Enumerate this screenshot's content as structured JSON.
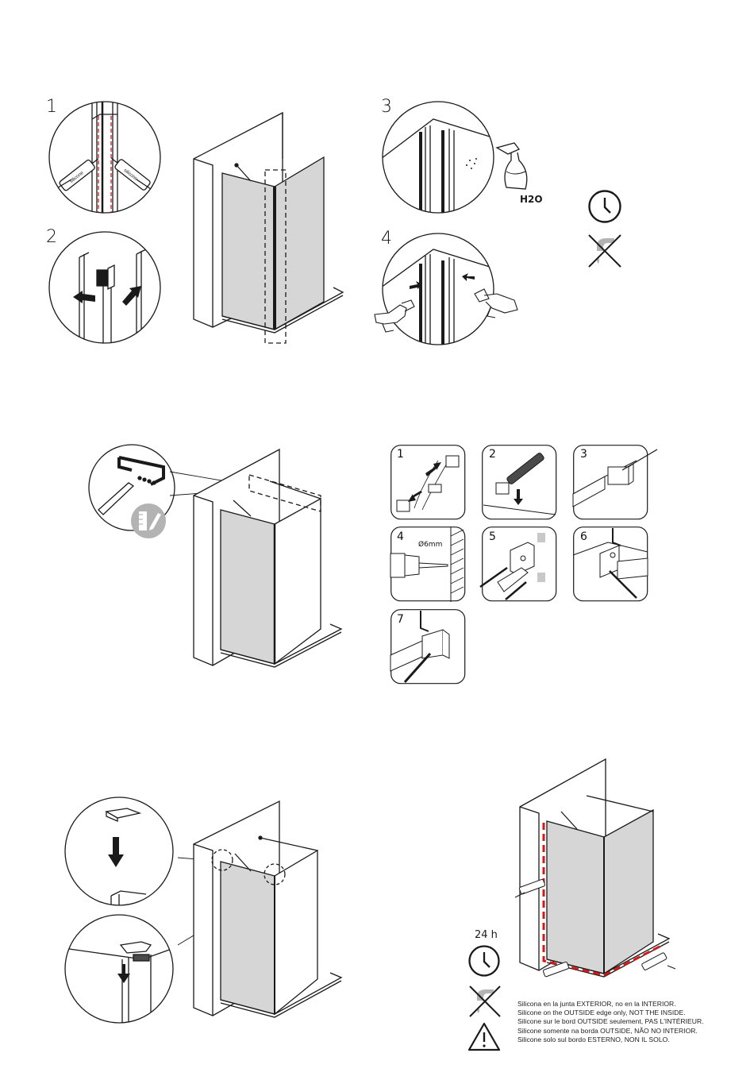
{
  "section1": {
    "steps": [
      "1",
      "2",
      "3",
      "4"
    ],
    "sealant_label": "silicone",
    "water_label": "H2O"
  },
  "section2": {
    "steps": [
      "1",
      "2",
      "3",
      "4",
      "5",
      "6",
      "7"
    ],
    "drill_size": "Ø6mm"
  },
  "section3": {
    "cure_time": "24 h",
    "notes": [
      "Silicona en la junta EXTERIOR, no en la INTERIOR.",
      "Silicone on the OUTSIDE edge only, NOT THE INSIDE.",
      "Silicone sur le bord OUTSIDE seulement, PAS L'INTÉRIEUR.",
      "Silicone somente na borda OUTSIDE, NÃO NO INTERIOR.",
      "Silicone solo sul bordo ESTERNO, NON IL SOLO."
    ]
  },
  "icons": [
    "clock-icon",
    "no-water-icon",
    "warning-icon",
    "measure-pencil-icon"
  ],
  "colors": {
    "line": "#1a1a1a",
    "glass": "#d6d6d6",
    "sealant": "#d11a1a",
    "badge": "#b3b3b3"
  }
}
